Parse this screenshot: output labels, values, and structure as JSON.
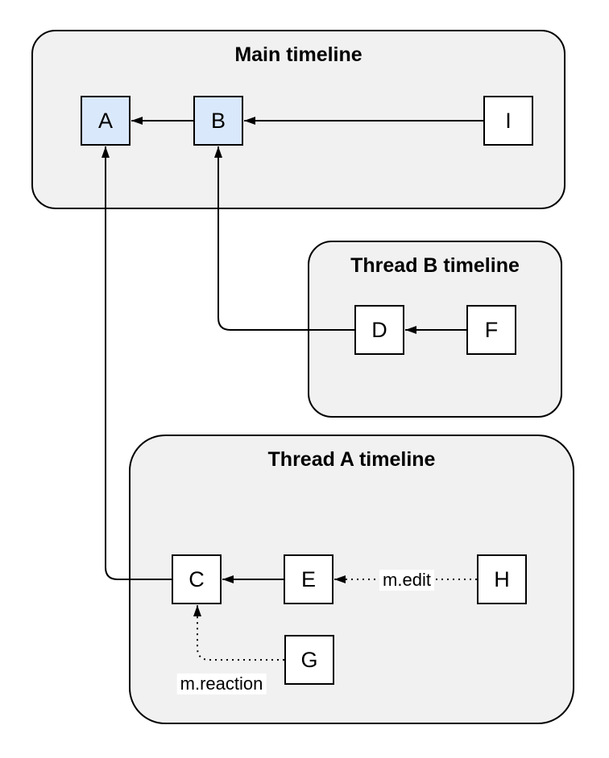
{
  "colors": {
    "group_fill": "#f1f1f1",
    "group_border": "#000000",
    "node_fill": "#ffffff",
    "node_border": "#000000",
    "node_highlight_fill": "#dae8fc",
    "edge_color": "#000000",
    "label_bg": "#ffffff",
    "text_color": "#000000"
  },
  "groups": {
    "main": {
      "title": "Main timeline"
    },
    "thread_b": {
      "title": "Thread B timeline"
    },
    "thread_a": {
      "title": "Thread A timeline"
    }
  },
  "nodes": {
    "a": {
      "label": "A",
      "highlighted": true
    },
    "b": {
      "label": "B",
      "highlighted": true
    },
    "i": {
      "label": "I",
      "highlighted": false
    },
    "d": {
      "label": "D",
      "highlighted": false
    },
    "f": {
      "label": "F",
      "highlighted": false
    },
    "c": {
      "label": "C",
      "highlighted": false
    },
    "e": {
      "label": "E",
      "highlighted": false
    },
    "h": {
      "label": "H",
      "highlighted": false
    },
    "g": {
      "label": "G",
      "highlighted": false
    }
  },
  "edge_labels": {
    "edit": "m.edit",
    "reaction": "m.reaction"
  }
}
